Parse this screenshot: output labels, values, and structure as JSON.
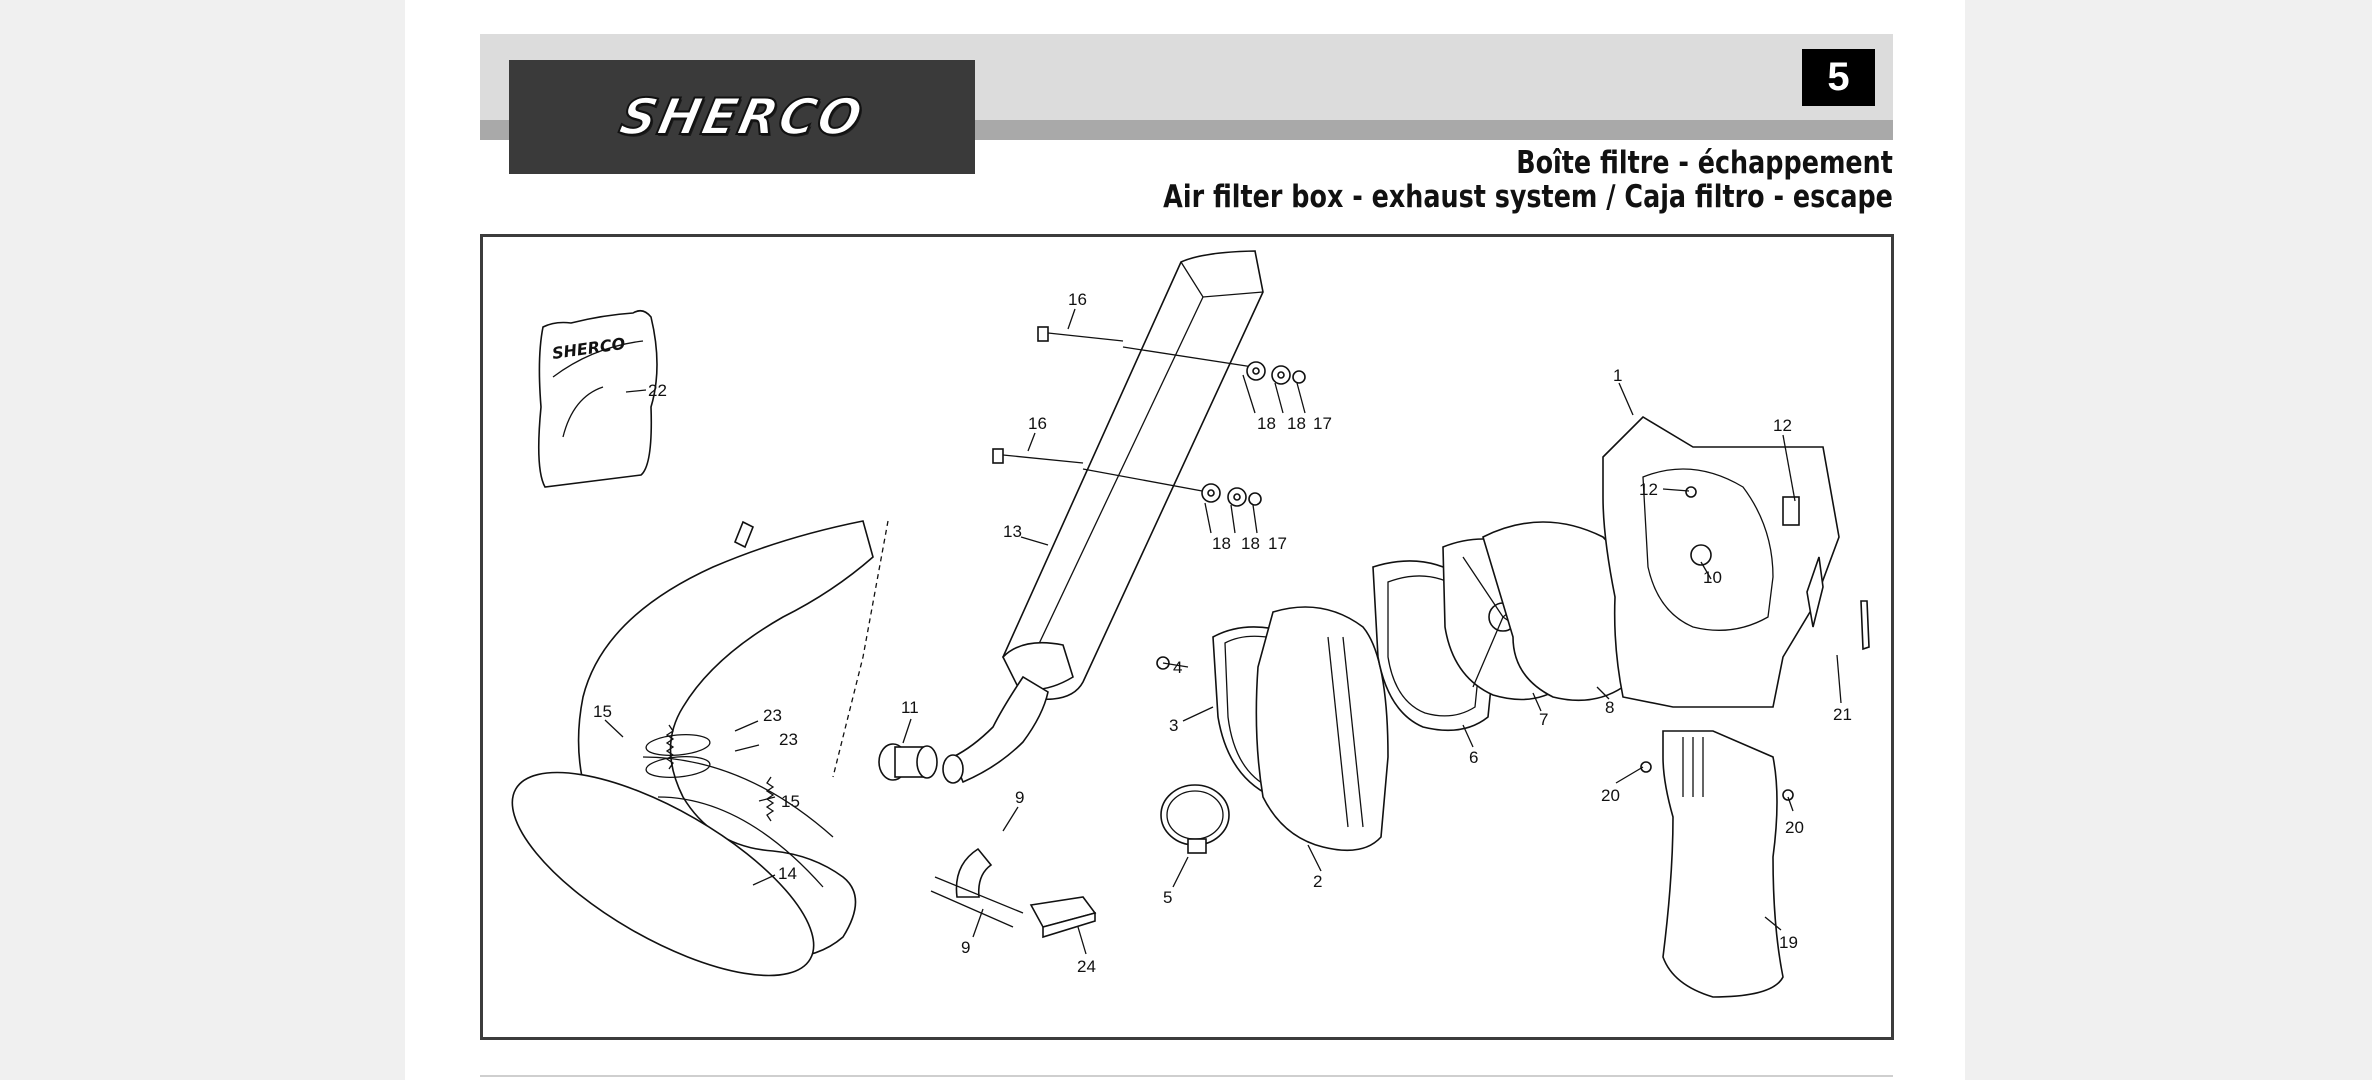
{
  "brand": "SHERCO",
  "page_number": "5",
  "title_line1": "Boîte filtre - échappement",
  "title_line2": "Air filter box - exhaust system / Caja filtro - escape",
  "bag_logo": "SHERCO",
  "callouts": {
    "c1": "1",
    "c2": "2",
    "c3": "3",
    "c4": "4",
    "c5": "5",
    "c6": "6",
    "c7": "7",
    "c8": "8",
    "c9a": "9",
    "c9b": "9",
    "c10": "10",
    "c11": "11",
    "c12a": "12",
    "c12b": "12",
    "c13": "13",
    "c14": "14",
    "c15a": "15",
    "c15b": "15",
    "c16a": "16",
    "c16b": "16",
    "c17a": "17",
    "c17b": "17",
    "c18a": "18",
    "c18b": "18",
    "c18c": "18",
    "c18d": "18",
    "c19": "19",
    "c20a": "20",
    "c20b": "20",
    "c21": "21",
    "c22": "22",
    "c23a": "23",
    "c23b": "23",
    "c24": "24"
  }
}
